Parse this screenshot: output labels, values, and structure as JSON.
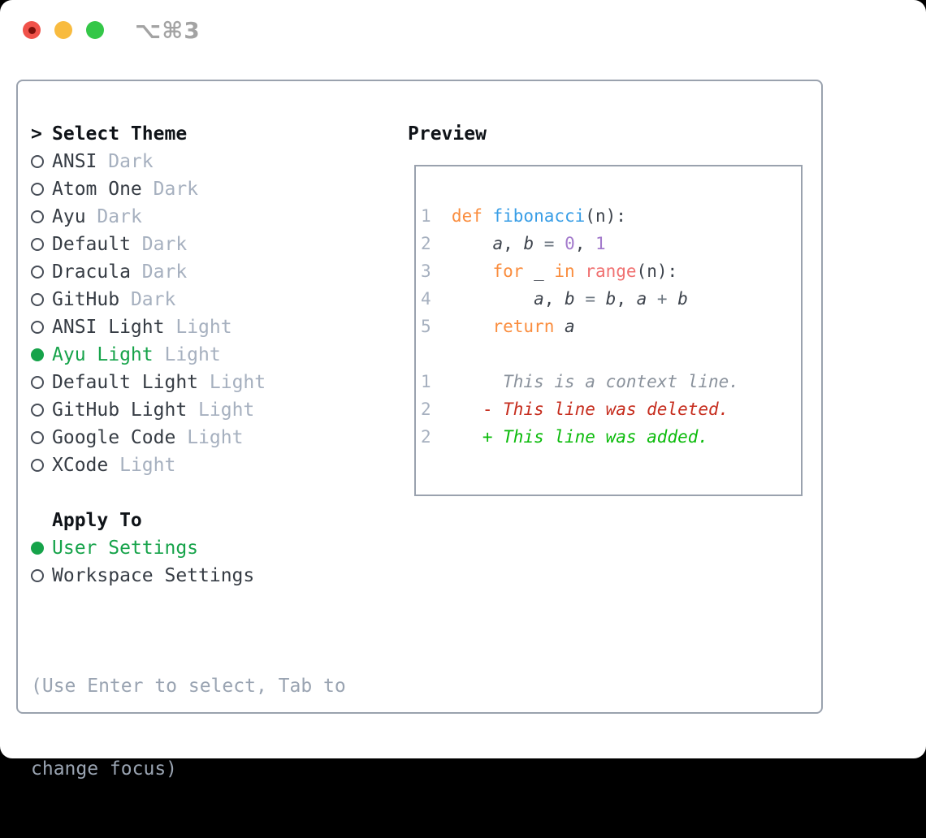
{
  "titlebar": {
    "shortcut_label": "⌥⌘3"
  },
  "theme_picker": {
    "header_marker": ">",
    "header": "Select Theme",
    "items": [
      {
        "name": "ANSI",
        "variant": "Dark",
        "selected": false
      },
      {
        "name": "Atom One",
        "variant": "Dark",
        "selected": false
      },
      {
        "name": "Ayu",
        "variant": "Dark",
        "selected": false
      },
      {
        "name": "Default",
        "variant": "Dark",
        "selected": false
      },
      {
        "name": "Dracula",
        "variant": "Dark",
        "selected": false
      },
      {
        "name": "GitHub",
        "variant": "Dark",
        "selected": false
      },
      {
        "name": "ANSI Light",
        "variant": "Light",
        "selected": false
      },
      {
        "name": "Ayu Light",
        "variant": "Light",
        "selected": true
      },
      {
        "name": "Default Light",
        "variant": "Light",
        "selected": false
      },
      {
        "name": "GitHub Light",
        "variant": "Light",
        "selected": false
      },
      {
        "name": "Google Code",
        "variant": "Light",
        "selected": false
      },
      {
        "name": "XCode",
        "variant": "Light",
        "selected": false
      }
    ]
  },
  "apply_to": {
    "header": "Apply To",
    "options": [
      {
        "label": "User Settings",
        "selected": true
      },
      {
        "label": "Workspace Settings",
        "selected": false
      }
    ]
  },
  "hint": {
    "line1": "(Use Enter to select, Tab to",
    "line2": "change focus)"
  },
  "preview": {
    "header": "Preview",
    "lines": [
      {
        "num": "1",
        "segments": [
          {
            "t": "def ",
            "c": "keyword"
          },
          {
            "t": "fibonacci",
            "c": "function"
          },
          {
            "t": "(n):",
            "c": "code_fg"
          }
        ]
      },
      {
        "num": "2",
        "segments": [
          {
            "t": "    ",
            "c": "code_fg"
          },
          {
            "t": "a",
            "c": "code_fg",
            "italic": true
          },
          {
            "t": ", ",
            "c": "code_fg"
          },
          {
            "t": "b",
            "c": "code_fg",
            "italic": true
          },
          {
            "t": " ",
            "c": "code_fg"
          },
          {
            "t": "=",
            "c": "operator"
          },
          {
            "t": " ",
            "c": "code_fg"
          },
          {
            "t": "0",
            "c": "constant"
          },
          {
            "t": ", ",
            "c": "code_fg"
          },
          {
            "t": "1",
            "c": "constant"
          }
        ]
      },
      {
        "num": "3",
        "segments": [
          {
            "t": "    ",
            "c": "code_fg"
          },
          {
            "t": "for",
            "c": "keyword"
          },
          {
            "t": " _ ",
            "c": "code_fg"
          },
          {
            "t": "in",
            "c": "keyword"
          },
          {
            "t": " ",
            "c": "code_fg"
          },
          {
            "t": "range",
            "c": "call"
          },
          {
            "t": "(n):",
            "c": "code_fg"
          }
        ]
      },
      {
        "num": "4",
        "segments": [
          {
            "t": "        ",
            "c": "code_fg"
          },
          {
            "t": "a",
            "c": "code_fg",
            "italic": true
          },
          {
            "t": ", ",
            "c": "code_fg"
          },
          {
            "t": "b",
            "c": "code_fg",
            "italic": true
          },
          {
            "t": " ",
            "c": "code_fg"
          },
          {
            "t": "=",
            "c": "operator"
          },
          {
            "t": " ",
            "c": "code_fg"
          },
          {
            "t": "b",
            "c": "code_fg",
            "italic": true
          },
          {
            "t": ", ",
            "c": "code_fg"
          },
          {
            "t": "a",
            "c": "code_fg",
            "italic": true
          },
          {
            "t": " ",
            "c": "code_fg"
          },
          {
            "t": "+",
            "c": "operator"
          },
          {
            "t": " ",
            "c": "code_fg"
          },
          {
            "t": "b",
            "c": "code_fg",
            "italic": true
          }
        ]
      },
      {
        "num": "5",
        "segments": [
          {
            "t": "    ",
            "c": "code_fg"
          },
          {
            "t": "return",
            "c": "keyword"
          },
          {
            "t": " ",
            "c": "code_fg"
          },
          {
            "t": "a",
            "c": "code_fg",
            "italic": true
          }
        ]
      },
      {
        "num": "",
        "segments": []
      },
      {
        "num": "1",
        "segments": [
          {
            "t": "     ",
            "c": "code_fg"
          },
          {
            "t": "This is a context line.",
            "c": "context",
            "italic": true
          }
        ]
      },
      {
        "num": "2",
        "segments": [
          {
            "t": "   ",
            "c": "code_fg"
          },
          {
            "t": "- ",
            "c": "deleted"
          },
          {
            "t": "This line was deleted.",
            "c": "deleted",
            "italic": true
          }
        ]
      },
      {
        "num": "2",
        "segments": [
          {
            "t": "   ",
            "c": "code_fg"
          },
          {
            "t": "+ ",
            "c": "added"
          },
          {
            "t": "This line was added.",
            "c": "added",
            "italic": true
          }
        ]
      }
    ]
  },
  "colors": {
    "keyword": "#fa8d3e",
    "function": "#399ee6",
    "constant": "#a37acc",
    "call": "#f07171",
    "operator": "#6c7680",
    "code_fg": "#3d434c",
    "context": "#8a929c",
    "deleted": "#c62d1e",
    "added": "#0bbb0b",
    "selection_green": "#16a34a",
    "muted": "#a6b0bf",
    "hint": "#9aa4b2",
    "line_number": "#a6b0bf",
    "border": "#9aa2ae",
    "header": "#0f1318",
    "item": "#363c44",
    "radio_ring": "#474d57",
    "traffic_red": "#f0524a",
    "traffic_red_dot": "#7c100a",
    "traffic_yellow": "#f8bb3f",
    "traffic_green": "#34c748",
    "titlebar_text": "#a3a3a3"
  }
}
